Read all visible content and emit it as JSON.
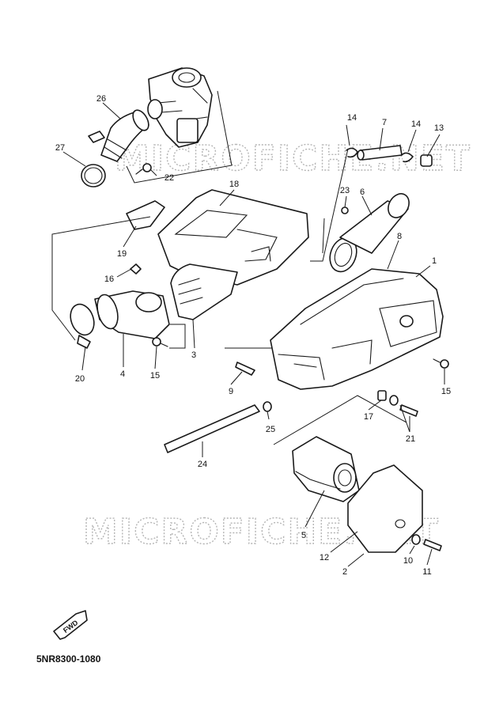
{
  "watermark": "MICROFICHE.NET",
  "fwd_label": "FWD",
  "catalog_code": "5NR8300-1080",
  "callouts": {
    "c1": "1",
    "c2": "2",
    "c3": "3",
    "c4": "4",
    "c5": "5",
    "c6": "6",
    "c7": "7",
    "c8": "8",
    "c9": "9",
    "c10": "10",
    "c11": "11",
    "c12": "12",
    "c13": "13",
    "c14a": "14",
    "c14b": "14",
    "c15a": "15",
    "c15b": "15",
    "c16": "16",
    "c17": "17",
    "c18": "18",
    "c19": "19",
    "c20": "20",
    "c21": "21",
    "c22": "22",
    "c23": "23",
    "c24": "24",
    "c25": "25",
    "c26": "26",
    "c27": "27"
  }
}
